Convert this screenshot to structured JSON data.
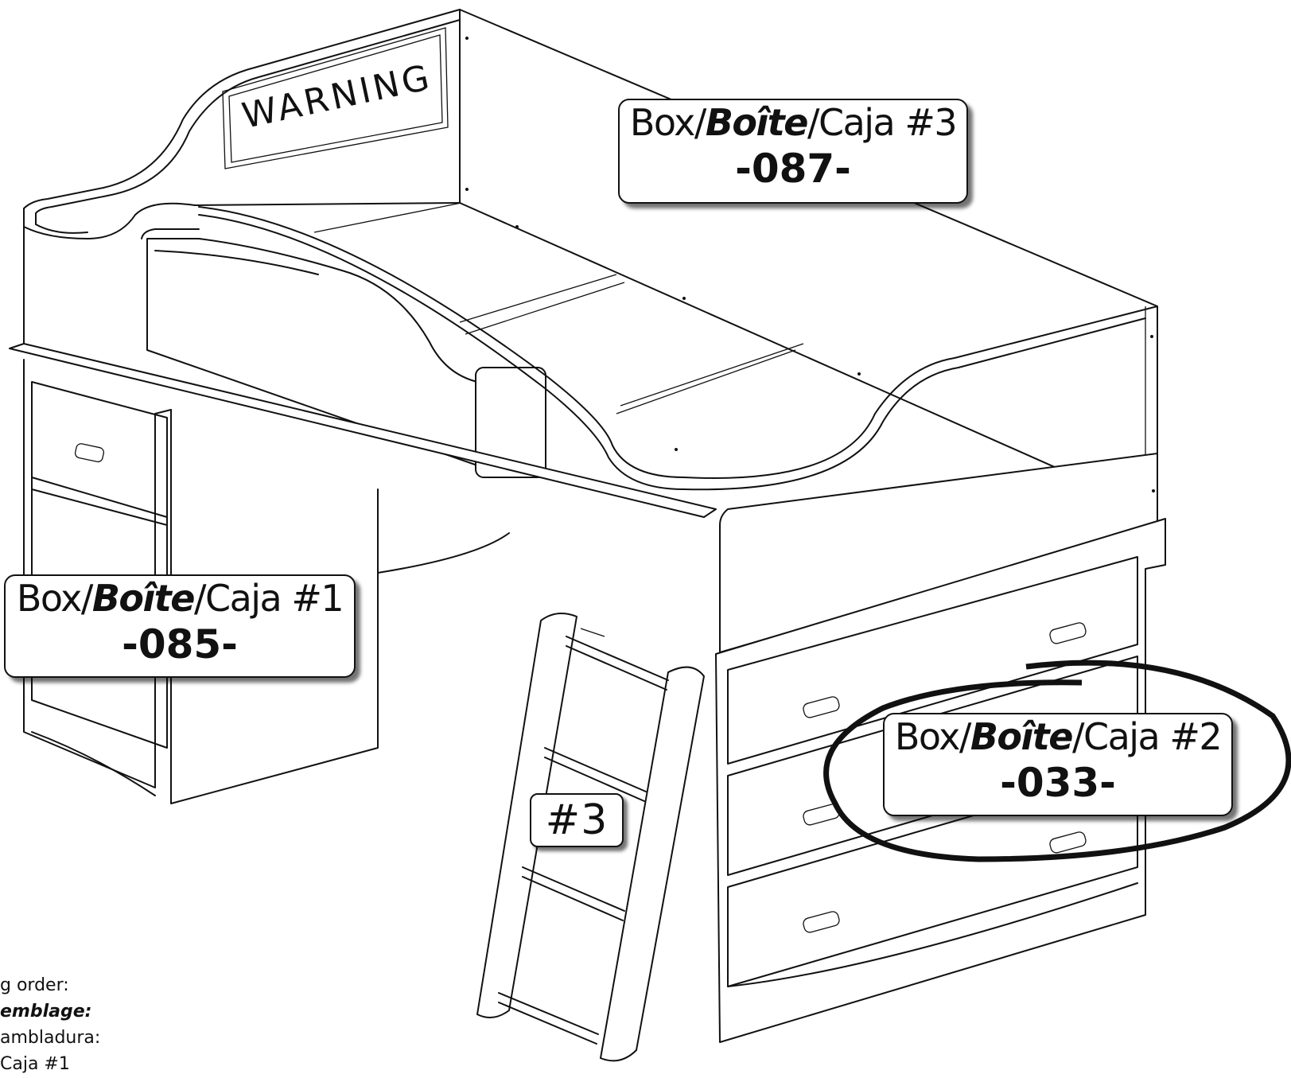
{
  "labels": {
    "box3": {
      "prefix": "Box/",
      "middle": "Boîte",
      "suffix": "/Caja  #3",
      "code": "-087-"
    },
    "box1": {
      "prefix": "Box/",
      "middle": "Boîte",
      "suffix": "/Caja  #1",
      "code": "-085-"
    },
    "box2": {
      "prefix": "Box/",
      "middle": "Boîte",
      "suffix": "/Caja  #2",
      "code": "-033-"
    },
    "ladder": "#3"
  },
  "warning_sign": "WARNING",
  "order_note": {
    "en": "g order:",
    "fr": "emblage:",
    "es": "ambladura:",
    "box": "Caja  #1"
  }
}
